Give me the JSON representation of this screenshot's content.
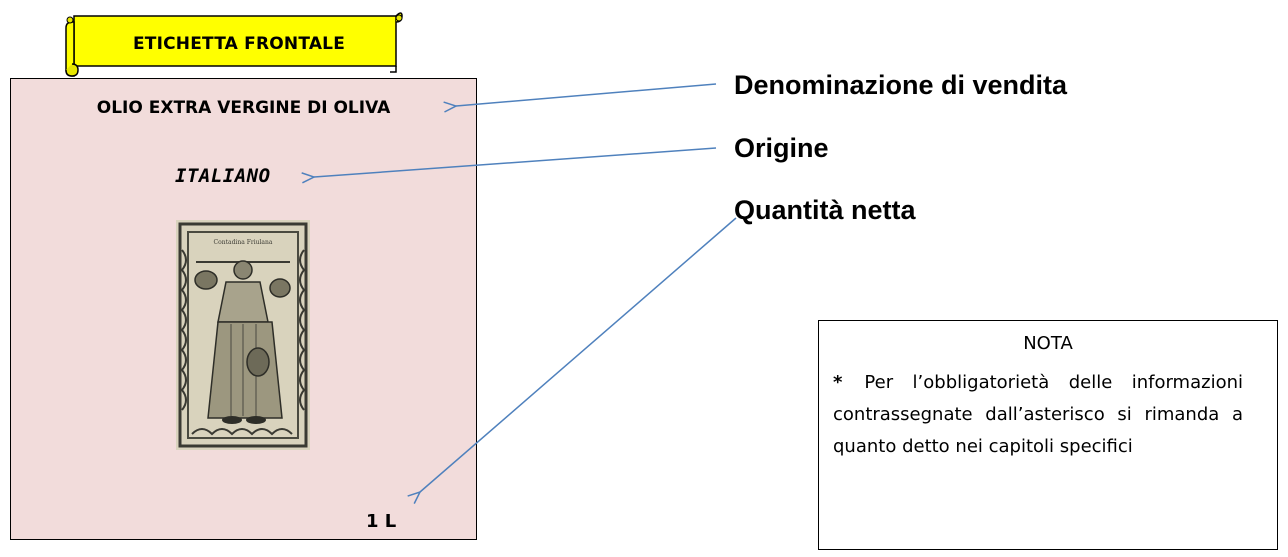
{
  "banner": {
    "text": "ETICHETTA FRONTALE",
    "fill_color": "#ffff00",
    "stroke_color": "#000000"
  },
  "label": {
    "background_color": "#f2dcdb",
    "product_name": "OLIO EXTRA VERGINE DI OLIVA",
    "origin": "ITALIANO",
    "quantity": "1 L",
    "image": "woodcut-woman-carrying-baskets-illustration",
    "image_caption": "Contadina Friulana"
  },
  "annotations": {
    "denominazione": "Denominazione di vendita",
    "origine": "Origine",
    "quantita": "Quantità netta",
    "arrow_color": "#4f81bd"
  },
  "note": {
    "title": "NOTA",
    "asterisk": "*",
    "body": "Per l’obbligatorietà delle informazioni contrassegnate dall’asterisco si rimanda a quanto detto nei capitoli specifici"
  }
}
